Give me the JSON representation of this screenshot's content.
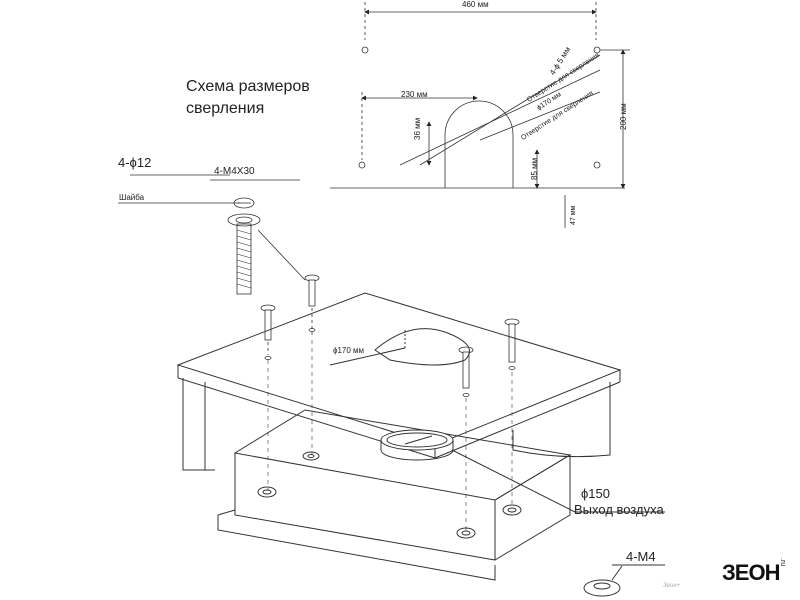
{
  "title": {
    "line1": "Схема размеров",
    "line2": "сверления"
  },
  "drilling_scheme": {
    "width_460": "460 мм",
    "width_230": "230 мм",
    "holes_4x5": "4-ϕ 5 мм",
    "hole_note_1": "Отверстие для сверления",
    "hole_note_2": "Отверстие для сверления",
    "dia_170": "ϕ170 мм",
    "height_36": "36 мм",
    "height_85": "85 мм",
    "height_200": "200 мм",
    "height_47": "47 мм"
  },
  "hardware": {
    "washers_label": "4-ϕ12",
    "screws_label": "4-M4X30",
    "washer_name": "Шайба"
  },
  "cabinet": {
    "cutout_label": "ϕ170 мм"
  },
  "hood": {
    "outlet_diameter": "ϕ150",
    "outlet_label": "Выход воздуха",
    "bottom_screws": "4-M4"
  },
  "brand": {
    "logo_text": "ЗEOH",
    "side_text": ".ru",
    "watermark": "Зеон+"
  }
}
